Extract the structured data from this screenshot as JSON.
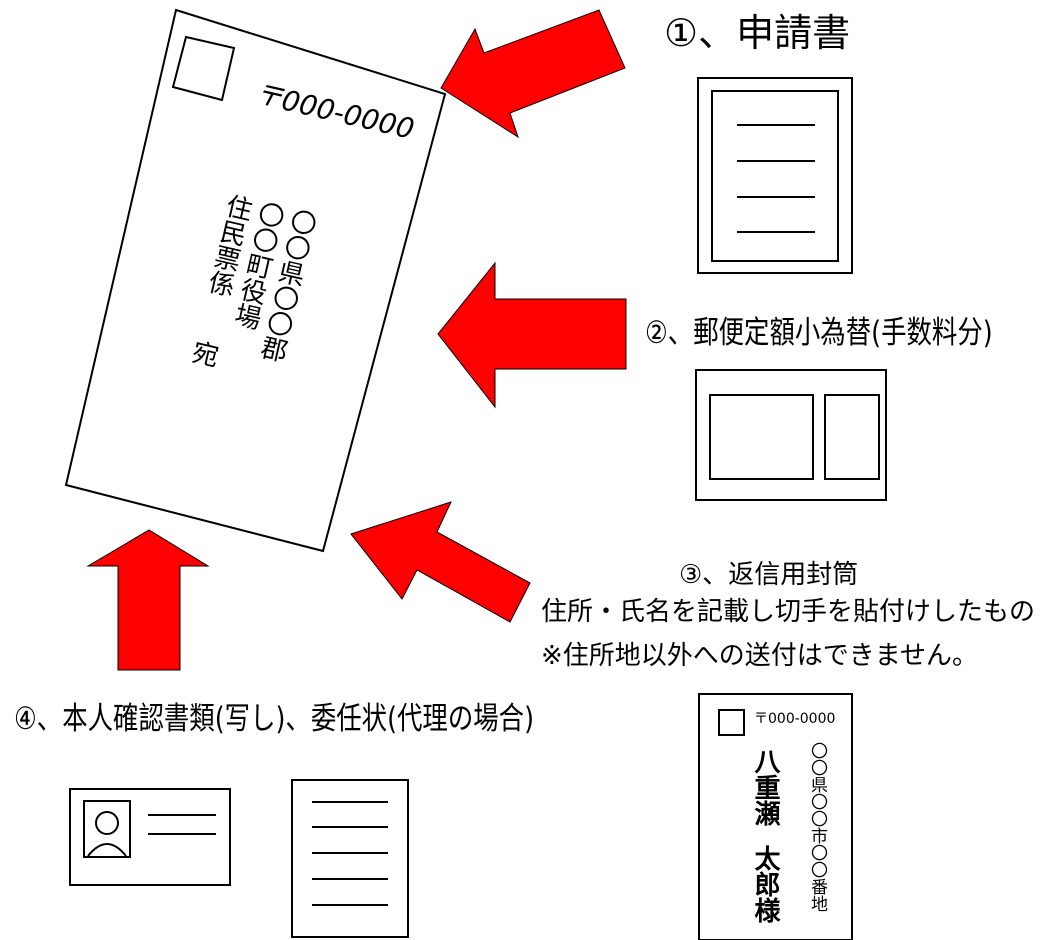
{
  "main_envelope": {
    "postal_code": "〒000-0000",
    "address_line1": "〇〇県〇〇郡",
    "address_line2": "〇〇町役場",
    "address_line3": "住民票係",
    "addressee_suffix": "宛"
  },
  "items": [
    {
      "number": "①",
      "label": "①、申請書"
    },
    {
      "number": "②",
      "label": "②、郵便定額小為替(手数料分)"
    },
    {
      "number": "③",
      "label": "③、返信用封筒",
      "note1": "住所・氏名を記載し切手を貼付けしたもの",
      "note2": "※住所地以外への送付はできません。"
    },
    {
      "number": "④",
      "label": "④、本人確認書類(写し)、委任状(代理の場合)"
    }
  ],
  "return_envelope": {
    "postal_code": "〒000-0000",
    "address": "〇〇県〇〇市〇〇番地",
    "name_family": "八重瀬",
    "name_given": "太郎様"
  },
  "colors": {
    "arrow": "#ff0000",
    "outline": "#000000",
    "background": "#ffffff"
  }
}
